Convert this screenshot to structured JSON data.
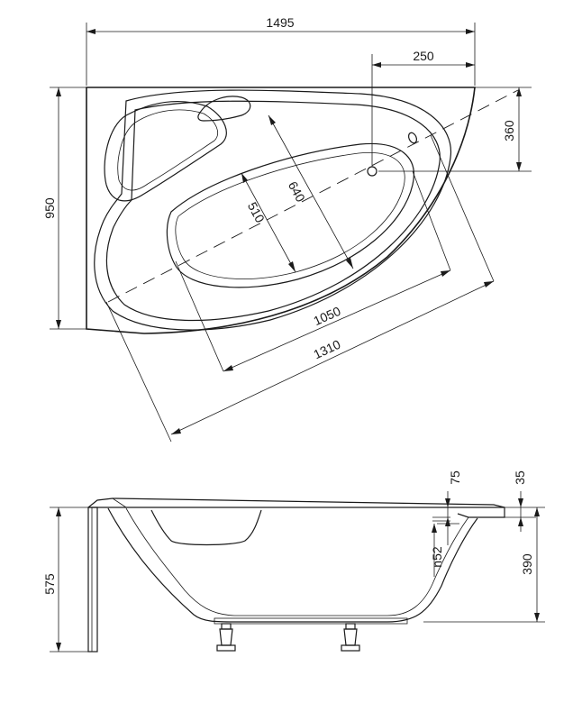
{
  "top_view": {
    "width_label": "1495",
    "drain_offset_label": "250",
    "drain_depth_label": "360",
    "height_label": "950",
    "inner_width_label": "640",
    "inner_narrow_label": "510",
    "inner_length_label": "1050",
    "outer_length_label": "1310"
  },
  "side_view": {
    "height_label": "575",
    "rim_label": "75",
    "lip_label": "35",
    "depth_label": "390",
    "overflow_label": "n52"
  },
  "colors": {
    "line": "#1a1a1a",
    "background": "#ffffff"
  }
}
